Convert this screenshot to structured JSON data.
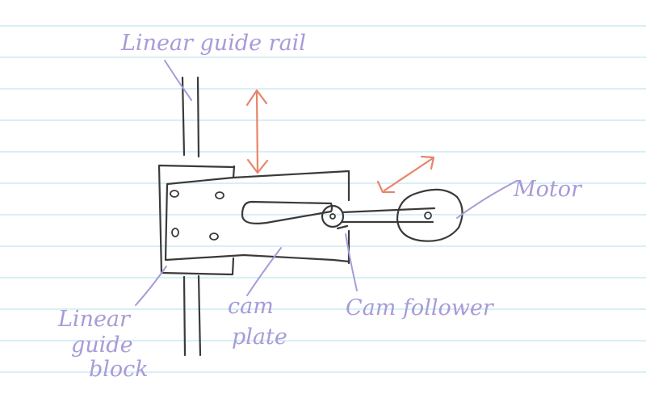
{
  "labels": {
    "guide_rail": "Linear guide rail",
    "motor": "Motor",
    "cam_follower": "Cam follower",
    "cam_plate": [
      "cam",
      "plate"
    ],
    "guide_block": [
      "Linear",
      "guide",
      "block"
    ]
  },
  "colors": {
    "paper": "#ffffff",
    "rule_line": "#bfe6ef",
    "ink": "#3a3a3a",
    "motion_arrow": "#e8846a",
    "annotation": "#a99ad8"
  }
}
